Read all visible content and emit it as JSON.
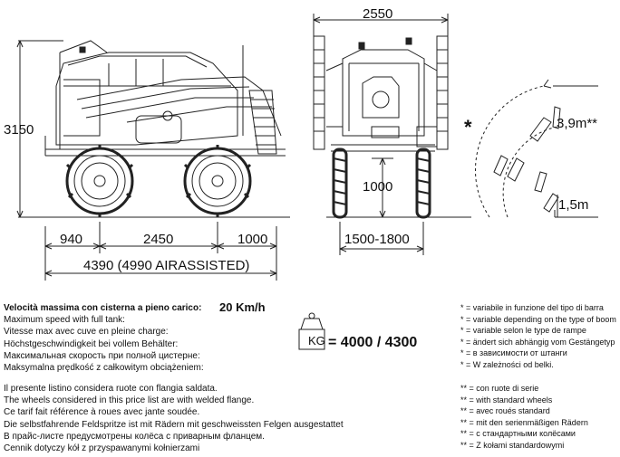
{
  "dimensions": {
    "top_width": "2550",
    "height": "3150",
    "clearance": "1000",
    "front": "940",
    "wheelbase": "2450",
    "rear": "1000",
    "track": "1500-1800",
    "total_length": "4390 (4990 AIRASSISTED)",
    "turn_radius": "3,9m**",
    "turn_inner": "1,5m",
    "star": "*"
  },
  "speed": {
    "lines": [
      "Velocità massima con cisterna a pieno carico:",
      "Maximum speed with full tank:",
      "Vitesse max avec  cuve en pleine charge:",
      "Höchstgeschwindigkeit bei vollem Behälter:",
      "Максимальная скорость при полной цистерне:",
      "Maksymalna prędkość z całkowitym obciążeniem:"
    ],
    "value": "20 Km/h"
  },
  "weight": {
    "unit": "KG",
    "value": "= 4000 / 4300"
  },
  "wheels_note": [
    "Il presente listino considera ruote con flangia saldata.",
    "The wheels considered in this price list are with welded flange.",
    "Ce tarif fait référence à roues avec jante soudée.",
    "Die selbstfahrende Feldspritze ist mit Rädern mit geschweissten Felgen ausgestattet",
    "В прайс-листе предусмотрены  колёса  с приварным фланцем.",
    "Cennik dotyczy kół z przyspawanymi kołnierzami"
  ],
  "notes_star": [
    "* = variabile in funzione del tipo di barra",
    "* = variable depending on the type of boom",
    "* = variable selon le type de rampe",
    "* = ändert sich abhängig vom Gestängetyp",
    "* = в зависимости от штанги",
    "* = W zależności od belki."
  ],
  "notes_double": [
    "** = con ruote di serie",
    "** = with standard wheels",
    "** = avec roués standard",
    "** = mit den serienmäßigen Rädern",
    "** = с стандартными колёсами",
    "** = Z kołami standardowymi"
  ]
}
